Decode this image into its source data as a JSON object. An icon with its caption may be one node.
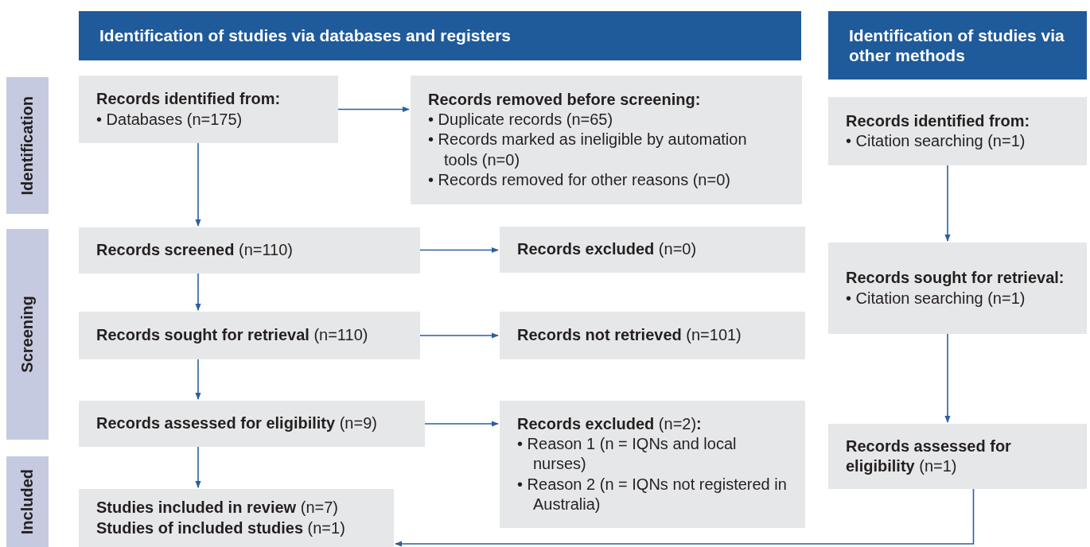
{
  "diagram": {
    "nodes": [
      {
        "text": [
          "Identification of studies via databases and registers"
        ]
      },
      {
        "text": [
          "Identification of studies via other methods"
        ]
      },
      {
        "text": [
          "Identification"
        ]
      },
      {
        "text": [
          "Screening"
        ]
      },
      {
        "text": [
          "Included"
        ]
      },
      {
        "text": [
          "Records identified from:",
          "• Databases (n=175)"
        ]
      },
      {
        "text": [
          "Records removed before screening:",
          "• Duplicate records (n=65)",
          "• Records marked as ineligible by automation tools (n=0)",
          "• Records removed for other reasons (n=0)"
        ]
      },
      {
        "text": [
          "Records identified from:",
          "• Citation searching (n=1)"
        ]
      },
      {
        "text": [
          "**Records screened** (n=110)"
        ]
      },
      {
        "text": [
          "**Records excluded** (n=0)"
        ]
      },
      {
        "text": [
          "Records sought for retrieval:",
          "• Citation searching (n=1)"
        ]
      },
      {
        "text": [
          "**Records sought for retrieval** (n=110)"
        ]
      },
      {
        "text": [
          "**Records not retrieved** (n=101)"
        ]
      },
      {
        "text": [
          "**Records assessed for eligibility** (n=9)"
        ]
      },
      {
        "text": [
          "**Records excluded** (n=2)**:**",
          "• Reason 1 (n = IQNs and local nurses)",
          "• Reason 2 (n = IQNs not registered in Australia)"
        ]
      },
      {
        "text": [
          "**Records assessed for eligibility** (n=1)"
        ]
      },
      {
        "text": [
          "**Studies included in review** (n=7)",
          "**Studies of included studies** (n=1)"
        ]
      }
    ],
    "edges": [
      {
        "from": 5,
        "to": 6,
        "arrow": "to"
      },
      {
        "from": 5,
        "to": 8,
        "arrow": "to"
      },
      {
        "from": 8,
        "to": 9,
        "arrow": "to"
      },
      {
        "from": 8,
        "to": 11,
        "arrow": "to"
      },
      {
        "from": 11,
        "to": 12,
        "arrow": "to"
      },
      {
        "from": 11,
        "to": 13,
        "arrow": "to"
      },
      {
        "from": 13,
        "to": 14,
        "arrow": "to"
      },
      {
        "from": 13,
        "to": 16,
        "arrow": "to"
      },
      {
        "from": 7,
        "to": 10,
        "arrow": "to"
      },
      {
        "from": 10,
        "to": 15,
        "arrow": "to"
      },
      {
        "from": 15,
        "to": 16,
        "arrow": "to"
      }
    ]
  }
}
